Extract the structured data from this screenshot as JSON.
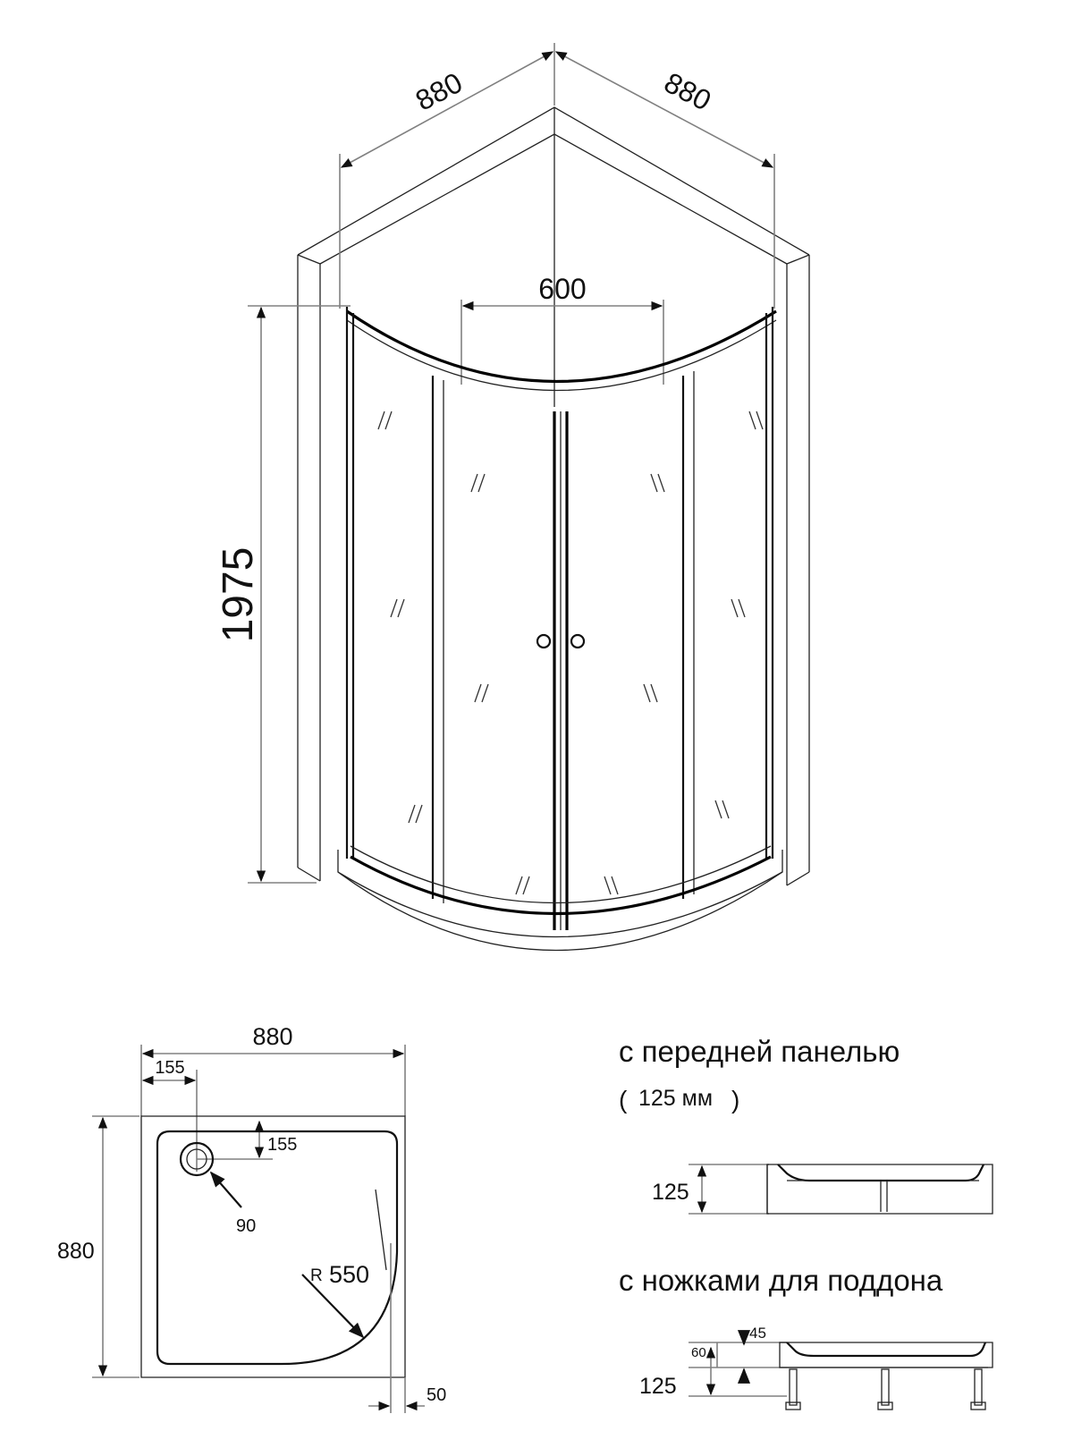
{
  "main_view": {
    "dim_width_left": "880",
    "dim_width_right": "880",
    "dim_door_opening": "600",
    "dim_height": "1975"
  },
  "tray_plan": {
    "dim_width": "880",
    "dim_depth": "880",
    "dim_drain_offset_x": "155",
    "dim_drain_offset_y": "155",
    "dim_drain_diameter": "90",
    "radius_prefix": "R",
    "radius_value": "550",
    "dim_rim": "50"
  },
  "option_front_panel": {
    "caption": "с передней панелью",
    "caption_note_open": "(",
    "caption_note_value": "125 мм",
    "caption_note_close": ")",
    "dim_height": "125"
  },
  "option_legs": {
    "caption": "с ножками для поддона",
    "dim_total_height": "125",
    "dim_tray_height": "60",
    "dim_leg_adjust": "45"
  }
}
